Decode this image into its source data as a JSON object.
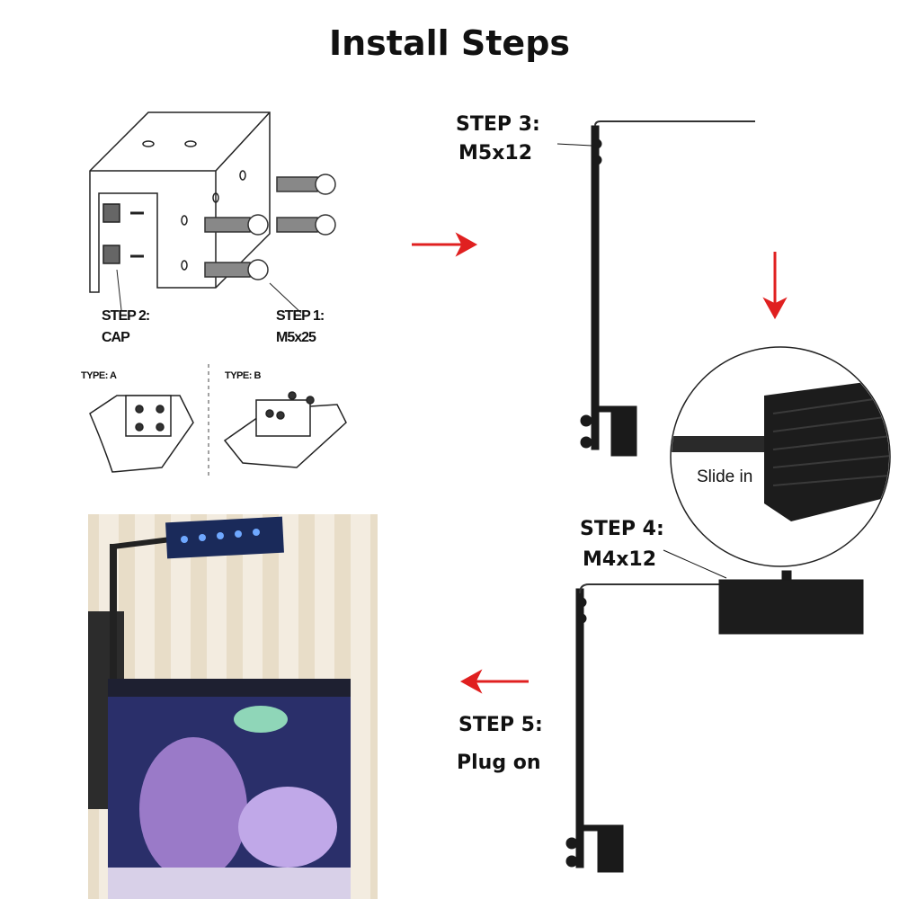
{
  "title": "Install Steps",
  "steps": {
    "step1": {
      "label": "STEP 1:",
      "value": "M5x25"
    },
    "step2": {
      "label": "STEP 2:",
      "value": "CAP"
    },
    "step3": {
      "label": "STEP 3:",
      "value": "M5x12"
    },
    "step4": {
      "label": "STEP 4:",
      "value": "M4x12"
    },
    "step5": {
      "label": "STEP 5:",
      "value": "Plug on"
    }
  },
  "types": {
    "a": "TYPE:  A",
    "b": "TYPE:  B"
  },
  "detail_label": "Slide in",
  "colors": {
    "arrow": "#e02020",
    "fixture": "#1c1c1c",
    "line": "#111111"
  }
}
